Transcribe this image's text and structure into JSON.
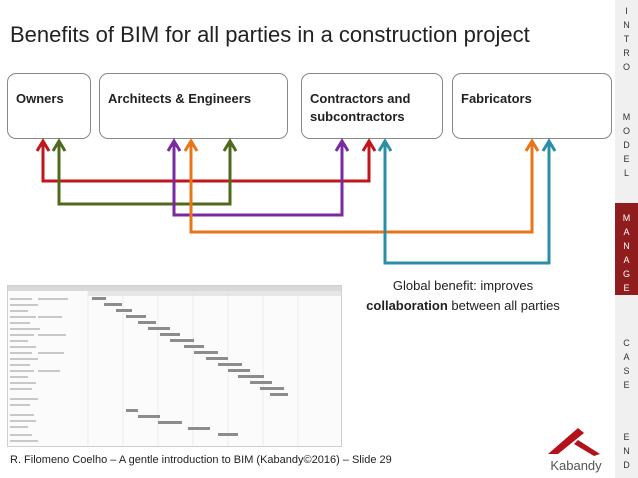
{
  "title": "Benefits of BIM for all parties in a construction project",
  "parties": [
    {
      "label": "Owners"
    },
    {
      "label": "Architects & Engineers"
    },
    {
      "label": "Contractors and subcontractors"
    },
    {
      "label": "Fabricators"
    }
  ],
  "benefit": {
    "line1": "Global benefit:  improves",
    "bold": "collaboration",
    "rest": " between all parties"
  },
  "footer": "R. Filomeno Coelho – A gentle introduction to BIM (Kabandy©2016) – Slide 29",
  "logo": {
    "text": "Kabandy"
  },
  "sidebar": {
    "sections": [
      {
        "letters": [
          "I",
          "N",
          "T",
          "R",
          "O"
        ]
      },
      {
        "letters": [
          "M",
          "O",
          "D",
          "E",
          "L"
        ]
      },
      {
        "letters": [
          "M",
          "A",
          "N",
          "A",
          "G",
          "E"
        ],
        "active": true
      },
      {
        "letters": [
          "C",
          "A",
          "S",
          "E"
        ]
      },
      {
        "letters": [
          "E",
          "N",
          "D"
        ]
      }
    ]
  },
  "colors": {
    "owners_contractors": "#c0161c",
    "owners_architects": "#4f6a1e",
    "architects_contractors": "#7a2aa0",
    "architects_fabricators": "#e8751a",
    "contractors_fabricators": "#2a8fa6",
    "accent": "#8f1d1d"
  }
}
